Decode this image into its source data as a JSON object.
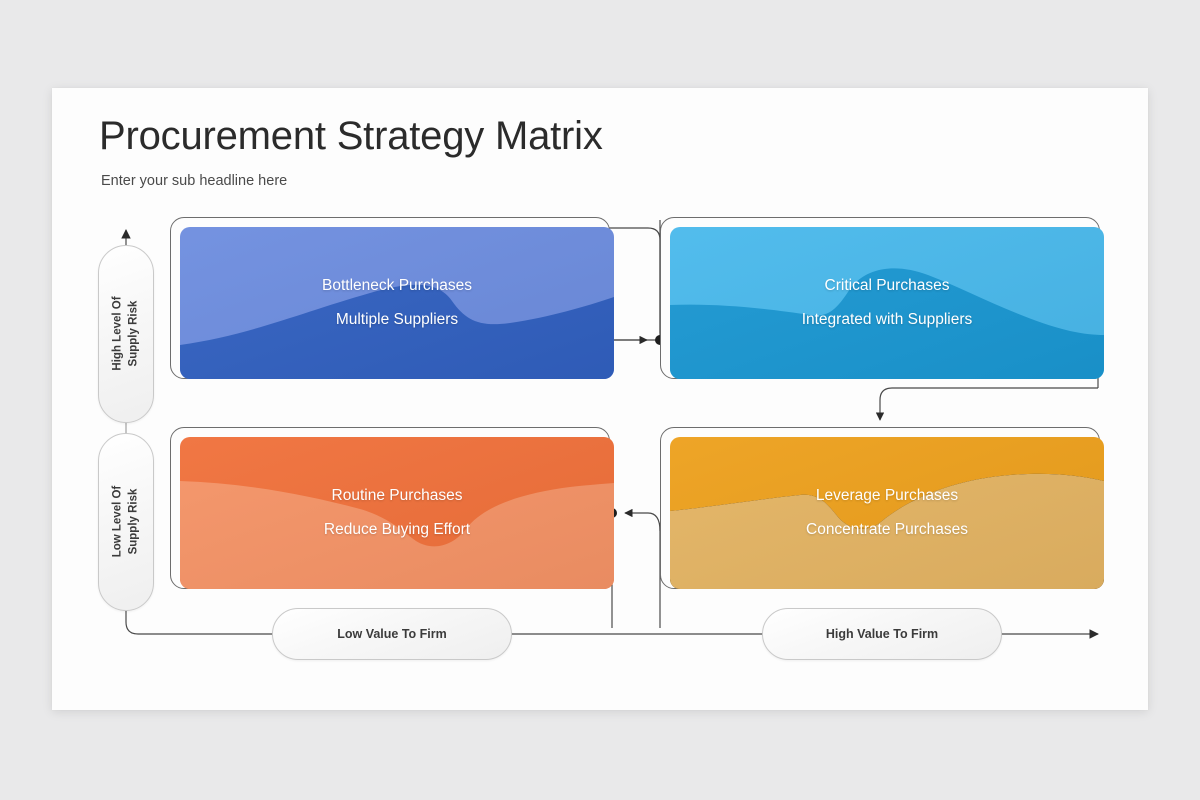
{
  "header": {
    "title": "Procurement Strategy Matrix",
    "subtitle": "Enter your sub headline here"
  },
  "quadrants": [
    {
      "id": "bottleneck",
      "line1": "Bottleneck Purchases",
      "line2": "Multiple Suppliers",
      "color_light": "#6d8ddf",
      "color_dark": "#3160c0"
    },
    {
      "id": "critical",
      "line1": "Critical Purchases",
      "line2": "Integrated with Suppliers",
      "color_light": "#49b9ec",
      "color_dark": "#1a97d2"
    },
    {
      "id": "routine",
      "line1": "Routine Purchases",
      "line2": "Reduce Buying Effort",
      "color_light": "#f2avoid",
      "color_dark": "#f0703a"
    },
    {
      "id": "leverage",
      "line1": "Leverage Purchases",
      "line2": "Concentrate Purchases",
      "color_light": "#e6b25c",
      "color_dark": "#eda01c"
    }
  ],
  "axes": {
    "vertical": [
      {
        "id": "high-risk",
        "label": "High Level Of\nSupply Risk"
      },
      {
        "id": "low-risk",
        "label": "Low Level Of\nSupply Risk"
      }
    ],
    "horizontal": [
      {
        "id": "low-value",
        "label": "Low Value To Firm"
      },
      {
        "id": "high-value",
        "label": "High Value To Firm"
      }
    ]
  },
  "connectors": [
    {
      "id": "routine-to-bottleneck",
      "direction": "up"
    },
    {
      "id": "bottleneck-to-critical",
      "direction": "right"
    },
    {
      "id": "critical-to-leverage",
      "direction": "down"
    },
    {
      "id": "leverage-to-routine",
      "direction": "left"
    }
  ]
}
